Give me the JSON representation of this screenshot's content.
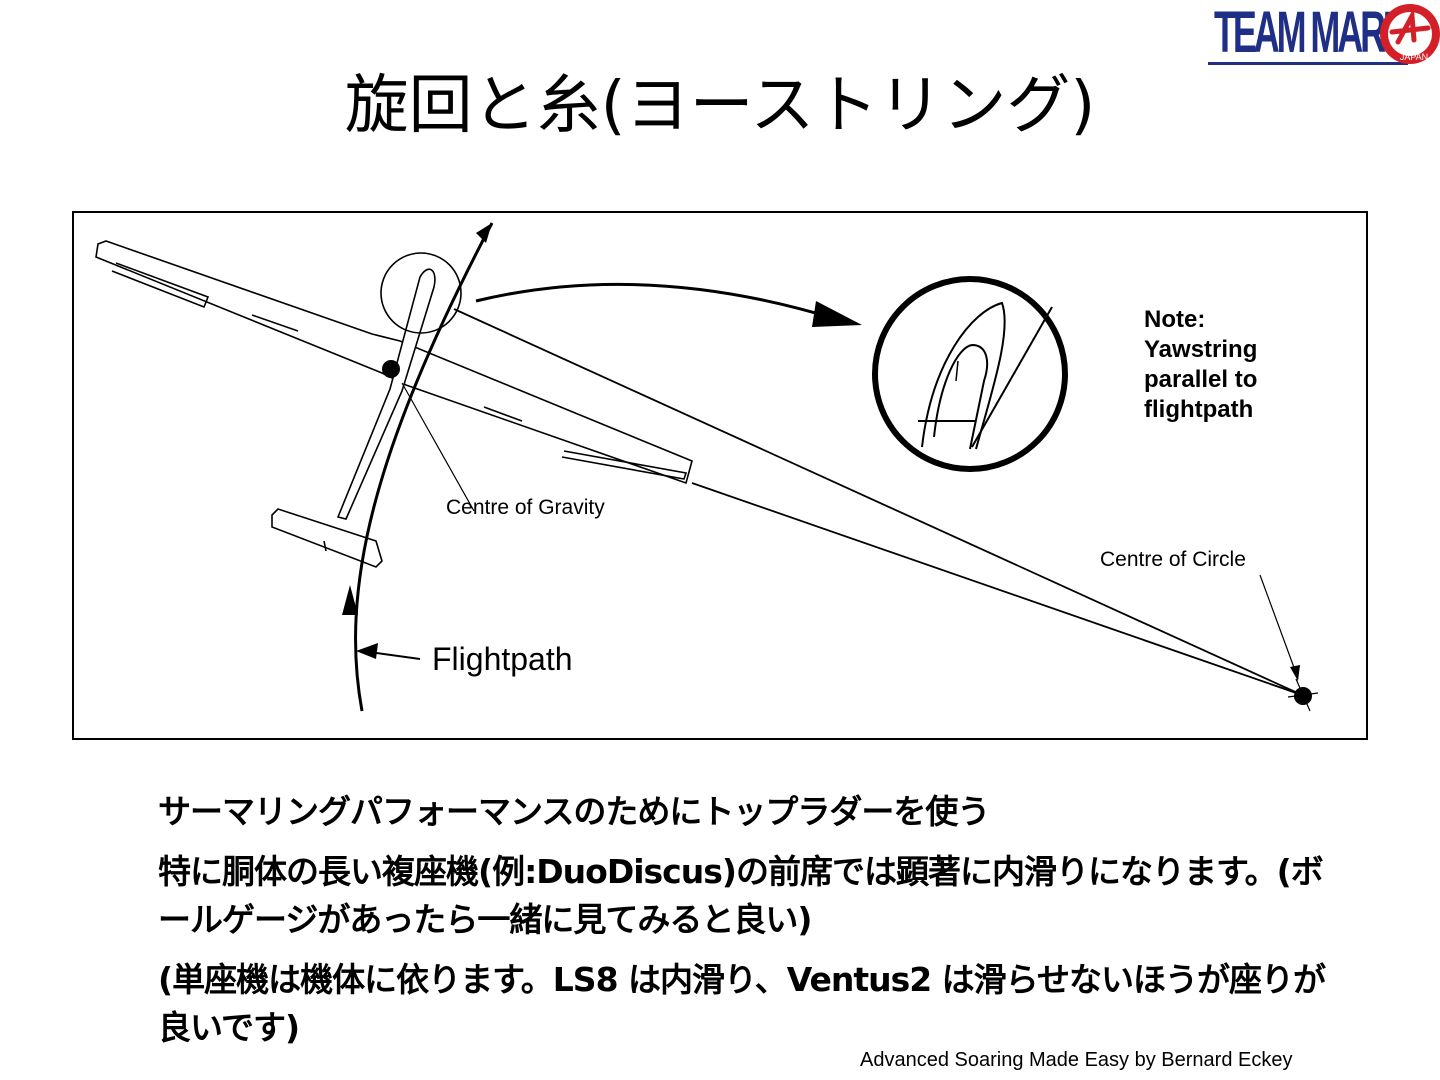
{
  "logo": {
    "text": "TEAM MARU",
    "badge": "JAPAN",
    "color": "#1f2f86",
    "mark_color": "#d32028"
  },
  "title": "旋回と糸(ヨーストリング)",
  "figure": {
    "labels": {
      "centre_of_gravity": "Centre of Gravity",
      "centre_of_circle": "Centre of Circle",
      "flightpath": "Flightpath",
      "note": [
        "Note:",
        "Yawstring",
        "parallel to",
        "flightpath"
      ]
    }
  },
  "bullets": [
    "サーマリングパフォーマンスのためにトップラダーを使う",
    "特に胴体の長い複座機(例:DuoDiscus)の前席では顕著に内滑りになります。(ボールゲージがあったら一緒に見てみると良い)",
    "(単座機は機体に依ります。LS8 は内滑り、Ventus2 は滑らせないほうが座りが良いです)"
  ],
  "footer": "Advanced Soaring Made Easy by Bernard Eckey"
}
